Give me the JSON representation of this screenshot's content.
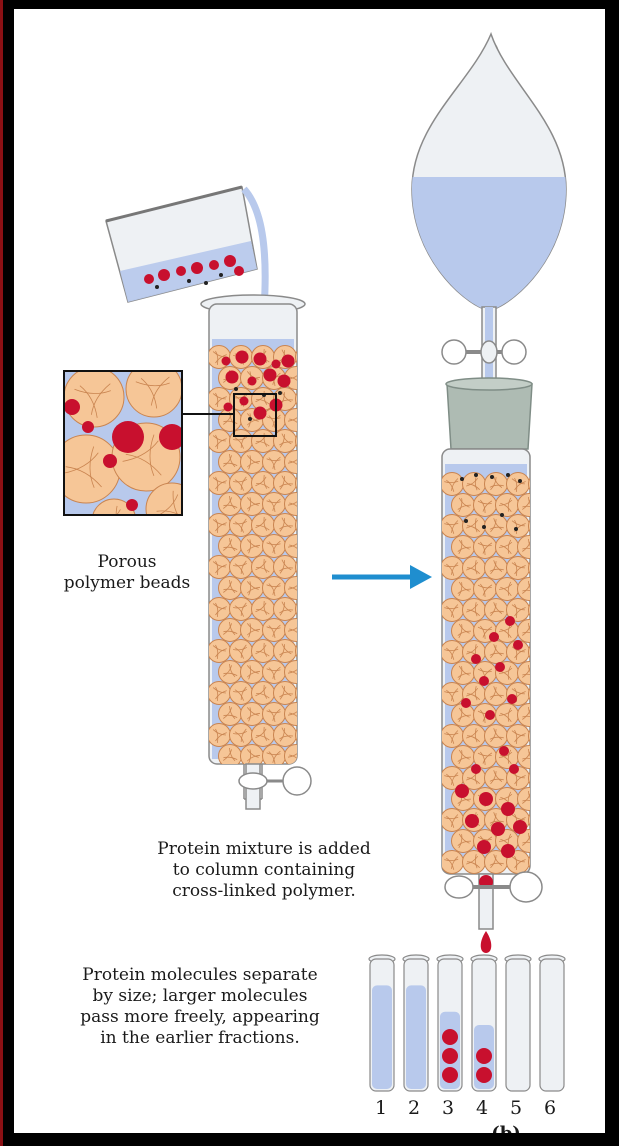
{
  "labels": {
    "beads": [
      "Porous",
      "polymer beads"
    ],
    "added": [
      "Protein mixture is added",
      "to column containing",
      "cross-linked polymer."
    ],
    "separate": [
      "Protein molecules separate",
      "by size; larger molecules",
      "pass more freely, appearing",
      "in the earlier fractions."
    ],
    "panel": "(b)"
  },
  "fractions": [
    {
      "number": "1",
      "liquid": 0.8,
      "proteins": 0
    },
    {
      "number": "2",
      "liquid": 0.8,
      "proteins": 0
    },
    {
      "number": "3",
      "liquid": 0.6,
      "proteins": 3
    },
    {
      "number": "4",
      "liquid": 0.5,
      "proteins": 2
    },
    {
      "number": "5",
      "liquid": 0.0,
      "proteins": 0
    },
    {
      "number": "6",
      "liquid": 0.0,
      "proteins": 0
    }
  ],
  "colors": {
    "bead_fill": "#f6c697",
    "bead_stroke": "#c98450",
    "protein": "#c8102e",
    "liquid": "#b8c9ec",
    "glass": "#eef1f4",
    "stopper": "#aebbb3",
    "arrow": "#1f8ecf",
    "background": "#000000"
  }
}
